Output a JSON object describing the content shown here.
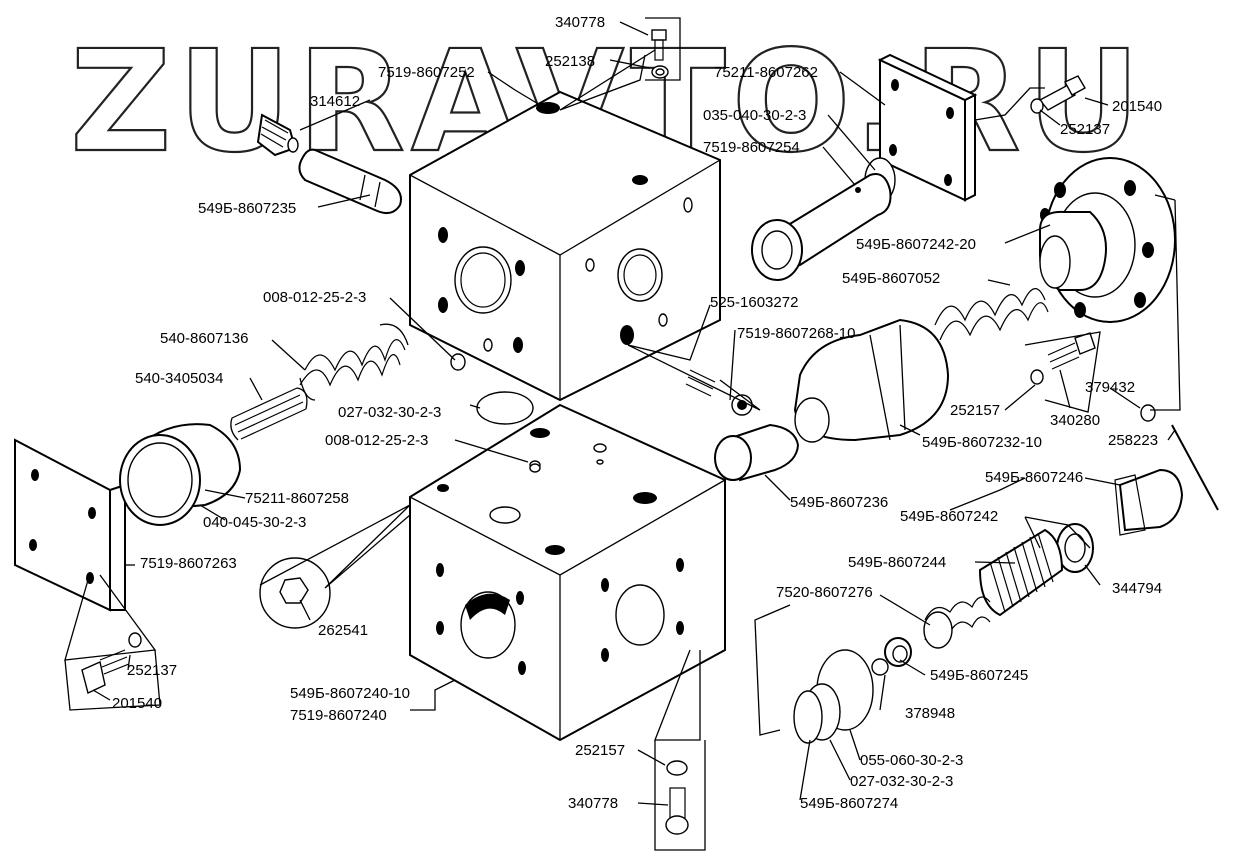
{
  "watermark": "ZURAVTO.RU",
  "labels": [
    "340778",
    "252138",
    "7519-8607252",
    "314612",
    "75211-8607262",
    "201540",
    "252137",
    "035-040-30-2-3",
    "7519-8607254",
    "549Б-8607235",
    "549Б-8607242-20",
    "549Б-8607052",
    "008-012-25-2-3",
    "525-1603272",
    "7519-8607268-10",
    "540-8607136",
    "540-3405034",
    "252157",
    "340280",
    "379432",
    "027-032-30-2-3",
    "008-012-25-2-3",
    "549Б-8607232-10",
    "258223",
    "75211-8607258",
    "549Б-8607236",
    "549Б-8607246",
    "040-045-30-2-3",
    "549Б-8607242",
    "7519-8607263",
    "549Б-8607244",
    "344794",
    "7520-8607276",
    "262541",
    "549Б-8607245",
    "252137",
    "201540",
    "378948",
    "549Б-8607240-10",
    "7519-8607240",
    "055-060-30-2-3",
    "252157",
    "027-032-30-2-3",
    "340778",
    "549Б-8607274"
  ]
}
